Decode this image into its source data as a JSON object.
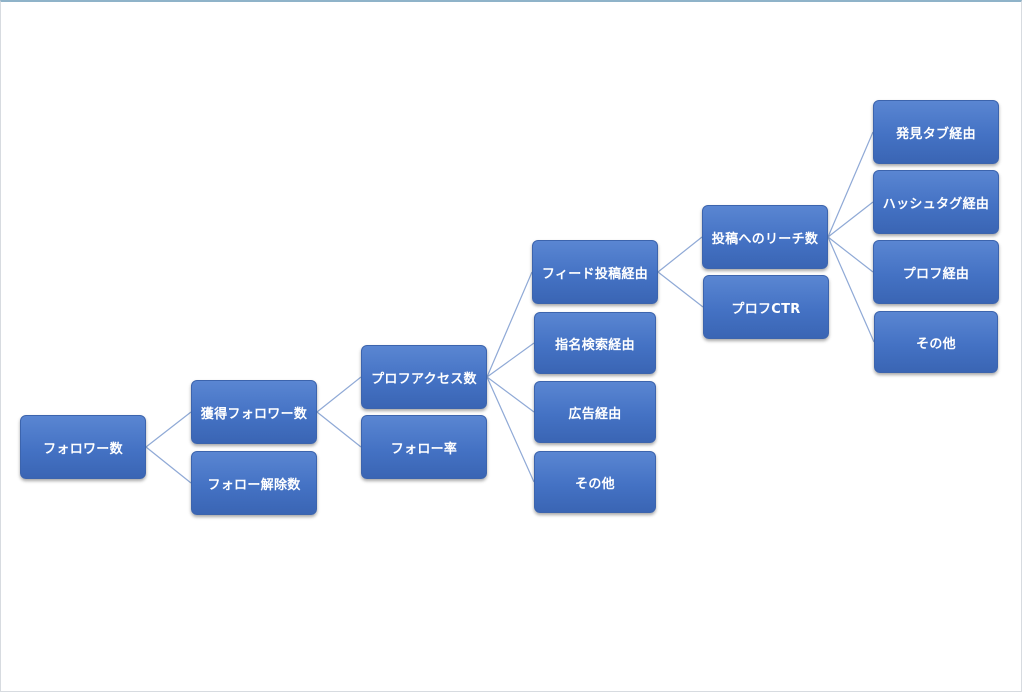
{
  "diagram": {
    "nodes": [
      {
        "id": "followers",
        "label": "フォロワー数"
      },
      {
        "id": "gained",
        "label": "獲得フォロワー数"
      },
      {
        "id": "unfollow",
        "label": "フォロー解除数"
      },
      {
        "id": "profile_access",
        "label": "プロフアクセス数"
      },
      {
        "id": "follow_rate",
        "label": "フォロー率"
      },
      {
        "id": "via_feed",
        "label": "フィード投稿経由"
      },
      {
        "id": "via_name_search",
        "label": "指名検索経由"
      },
      {
        "id": "via_ads",
        "label": "広告経由"
      },
      {
        "id": "other_1",
        "label": "その他"
      },
      {
        "id": "post_reach",
        "label": "投稿へのリーチ数"
      },
      {
        "id": "profile_ctr",
        "label": "プロフCTR"
      },
      {
        "id": "via_discover",
        "label": "発見タブ経由"
      },
      {
        "id": "via_hashtag",
        "label": "ハッシュタグ経由"
      },
      {
        "id": "via_profile",
        "label": "プロフ経由"
      },
      {
        "id": "other_2",
        "label": "その他"
      }
    ],
    "edges": [
      [
        "followers",
        "gained"
      ],
      [
        "followers",
        "unfollow"
      ],
      [
        "gained",
        "profile_access"
      ],
      [
        "gained",
        "follow_rate"
      ],
      [
        "profile_access",
        "via_feed"
      ],
      [
        "profile_access",
        "via_name_search"
      ],
      [
        "profile_access",
        "via_ads"
      ],
      [
        "profile_access",
        "other_1"
      ],
      [
        "via_feed",
        "post_reach"
      ],
      [
        "via_feed",
        "profile_ctr"
      ],
      [
        "post_reach",
        "via_discover"
      ],
      [
        "post_reach",
        "via_hashtag"
      ],
      [
        "post_reach",
        "via_profile"
      ],
      [
        "post_reach",
        "other_2"
      ]
    ],
    "colors": {
      "node_fill": "#4472c4",
      "node_border": "#3c64ad",
      "node_text": "#ffffff",
      "connector": "#8fa9d6"
    }
  }
}
